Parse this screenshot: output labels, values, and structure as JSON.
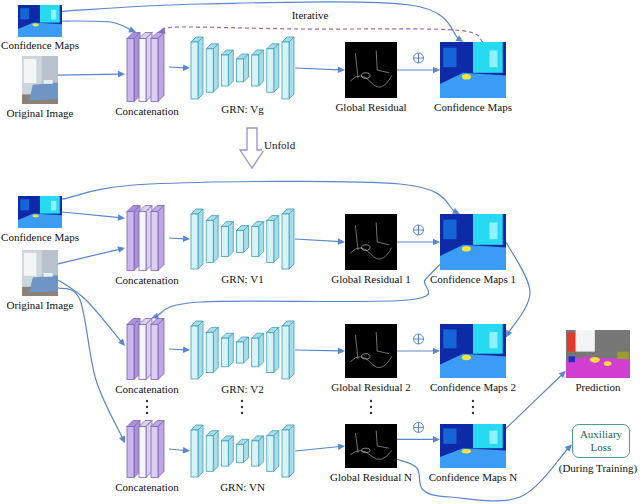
{
  "diagram": {
    "nodes": [
      {
        "text": [
          "Confidence Maps"
        ]
      },
      {
        "text": [
          "Original Image"
        ]
      },
      {
        "text": [
          "Concatenation"
        ]
      },
      {
        "text": [
          "GRN: Vg"
        ]
      },
      {
        "text": [
          "Global Residual"
        ]
      },
      {
        "text": [
          "Confidence Maps"
        ]
      },
      {
        "text": [
          "Confidence Maps"
        ]
      },
      {
        "text": [
          "Original Image"
        ]
      },
      {
        "text": [
          "Concatenation"
        ]
      },
      {
        "text": [
          "GRN: V1"
        ]
      },
      {
        "text": [
          "Global Residual 1"
        ]
      },
      {
        "text": [
          "Confidence Maps 1"
        ]
      },
      {
        "text": [
          "Concatenation"
        ]
      },
      {
        "text": [
          "GRN: V2"
        ]
      },
      {
        "text": [
          "Global Residual 2"
        ]
      },
      {
        "text": [
          "Confidence Maps 2"
        ]
      },
      {
        "text": [
          "Concatenation"
        ]
      },
      {
        "text": [
          "GRN: VN"
        ]
      },
      {
        "text": [
          "Global Residual N"
        ]
      },
      {
        "text": [
          "Confidence Maps N"
        ]
      },
      {
        "text": [
          "Prediction"
        ]
      },
      {
        "text": [
          "Auxiliary Loss"
        ]
      }
    ],
    "edges": [
      {
        "from": 0,
        "to": 2,
        "arrow": "to"
      },
      {
        "from": 1,
        "to": 2,
        "arrow": "to"
      },
      {
        "from": 2,
        "to": 3,
        "arrow": "to"
      },
      {
        "from": 3,
        "to": 4,
        "arrow": "to"
      },
      {
        "from": 4,
        "to": 5,
        "arrow": "to"
      },
      {
        "from": 0,
        "to": 5,
        "arrow": "to"
      },
      {
        "from": 5,
        "to": 2,
        "label": "Iterative",
        "arrow": "to"
      },
      {
        "from": 6,
        "to": 8,
        "arrow": "to"
      },
      {
        "from": 7,
        "to": 8,
        "arrow": "to"
      },
      {
        "from": 8,
        "to": 9,
        "arrow": "to"
      },
      {
        "from": 9,
        "to": 10,
        "arrow": "to"
      },
      {
        "from": 10,
        "to": 11,
        "arrow": "to"
      },
      {
        "from": 6,
        "to": 11,
        "arrow": "to"
      },
      {
        "from": 11,
        "to": 12,
        "arrow": "to"
      },
      {
        "from": 11,
        "to": 15,
        "arrow": "to"
      },
      {
        "from": 7,
        "to": 12,
        "arrow": "to"
      },
      {
        "from": 7,
        "to": 16,
        "arrow": "to"
      },
      {
        "from": 12,
        "to": 13,
        "arrow": "to"
      },
      {
        "from": 13,
        "to": 14,
        "arrow": "to"
      },
      {
        "from": 14,
        "to": 15,
        "arrow": "to"
      },
      {
        "from": 16,
        "to": 17,
        "arrow": "to"
      },
      {
        "from": 17,
        "to": 18,
        "arrow": "to"
      },
      {
        "from": 18,
        "to": 19,
        "arrow": "to"
      },
      {
        "from": 19,
        "to": 20,
        "arrow": "to"
      },
      {
        "from": 18,
        "to": 21,
        "arrow": "to"
      }
    ],
    "labels": [
      "Unfold",
      "(During Training)"
    ]
  }
}
